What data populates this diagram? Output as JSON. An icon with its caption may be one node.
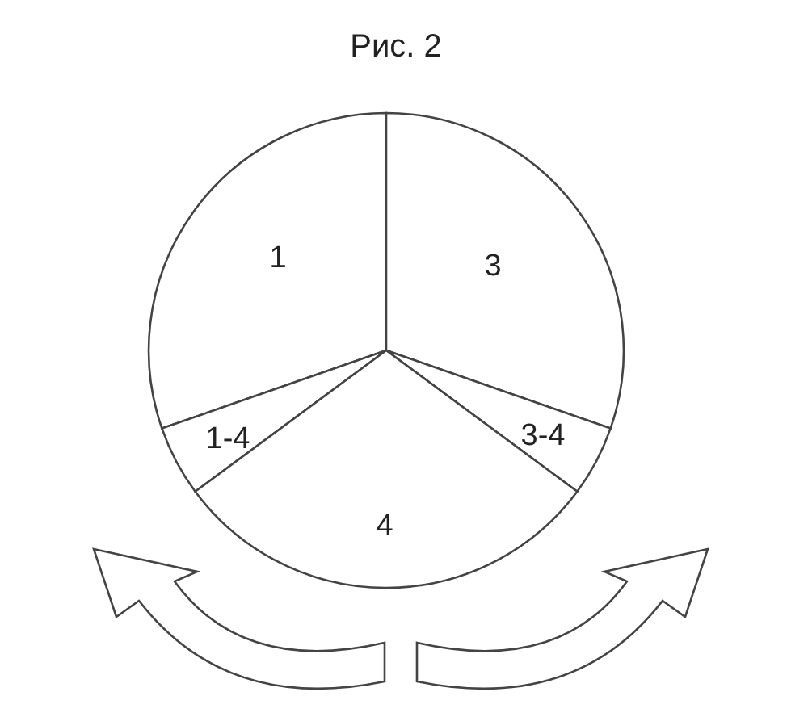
{
  "diagram": {
    "title": "Рис. 2",
    "nodes": [
      {
        "text": [
          "1"
        ]
      },
      {
        "text": [
          "3"
        ]
      },
      {
        "text": [
          "1-4"
        ]
      },
      {
        "text": [
          "3-4"
        ]
      },
      {
        "text": [
          "4"
        ]
      }
    ]
  }
}
